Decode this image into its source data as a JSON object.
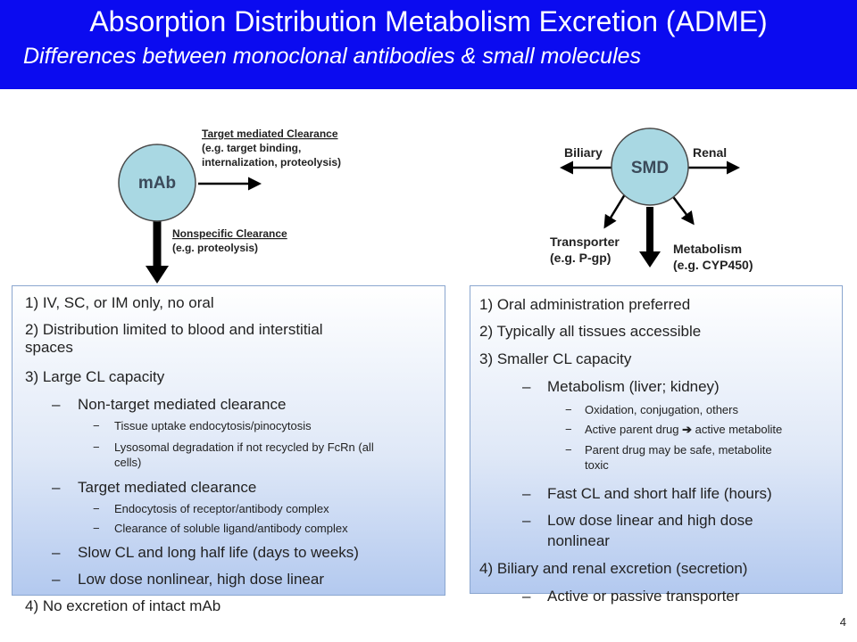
{
  "title": {
    "main": "Absorption Distribution Metabolism Excretion (ADME)",
    "subtitle": "Differences between  monoclonal antibodies & small molecules"
  },
  "mab_diagram": {
    "node": "mAb",
    "target_heading": "Target mediated Clearance",
    "target_line1": "(e.g. target binding,",
    "target_line2": "internalization, proteolysis)",
    "nonspecific_heading": "Nonspecific Clearance",
    "nonspecific_line1": "(e.g. proteolysis)",
    "colors": {
      "node_fill": "#a9d8e3",
      "node_stroke": "#4a4a4a"
    }
  },
  "smd_diagram": {
    "node": "SMD",
    "biliary": "Biliary",
    "renal": "Renal",
    "transporter_line1": "Transporter",
    "transporter_line2": "(e.g. P-gp)",
    "metabolism_line1": "Metabolism",
    "metabolism_line2": "(e.g. CYP450)"
  },
  "left": {
    "i1": "1)  IV, SC, or IM only, no oral",
    "i2a": "2)  Distribution limited to blood and interstitial",
    "i2b": "spaces",
    "i3": "3)  Large CL capacity",
    "s1": "Non-target mediated clearance",
    "s1a": "Tissue uptake endocytosis/pinocytosis",
    "s1b1": "Lysosomal  degradation  if not recycled by FcRn (all",
    "s1b2": "cells)",
    "s2": "Target mediated clearance",
    "s2a": "Endocytosis  of receptor/antibody  complex",
    "s2b": "Clearance  of soluble  ligand/antibody  complex",
    "s3": "Slow CL and long half life (days to weeks)",
    "s4": "Low dose nonlinear, high dose linear",
    "i4": "4)  No excretion of intact mAb"
  },
  "right": {
    "i1": "1)  Oral administration preferred",
    "i2": "2)  Typically all tissues accessible",
    "i3": "3)  Smaller CL capacity",
    "s1": "Metabolism (liver; kidney)",
    "s1a": "Oxidation, conjugation, others",
    "s1b_pre": "Active parent drug ",
    "s1b_post": " active metabolite",
    "s1c1": "Parent drug may be safe, metabolite",
    "s1c2": "toxic",
    "s2": "Fast CL and short half life (hours)",
    "s3a": "Low dose linear and high dose",
    "s3b": "nonlinear",
    "i4": "4)  Biliary and renal excretion (secretion)",
    "s4": "Active or passive transporter"
  },
  "page_number": "4",
  "colors": {
    "title_bg": "#0b0bf0",
    "box_border": "#8aa6cf"
  }
}
